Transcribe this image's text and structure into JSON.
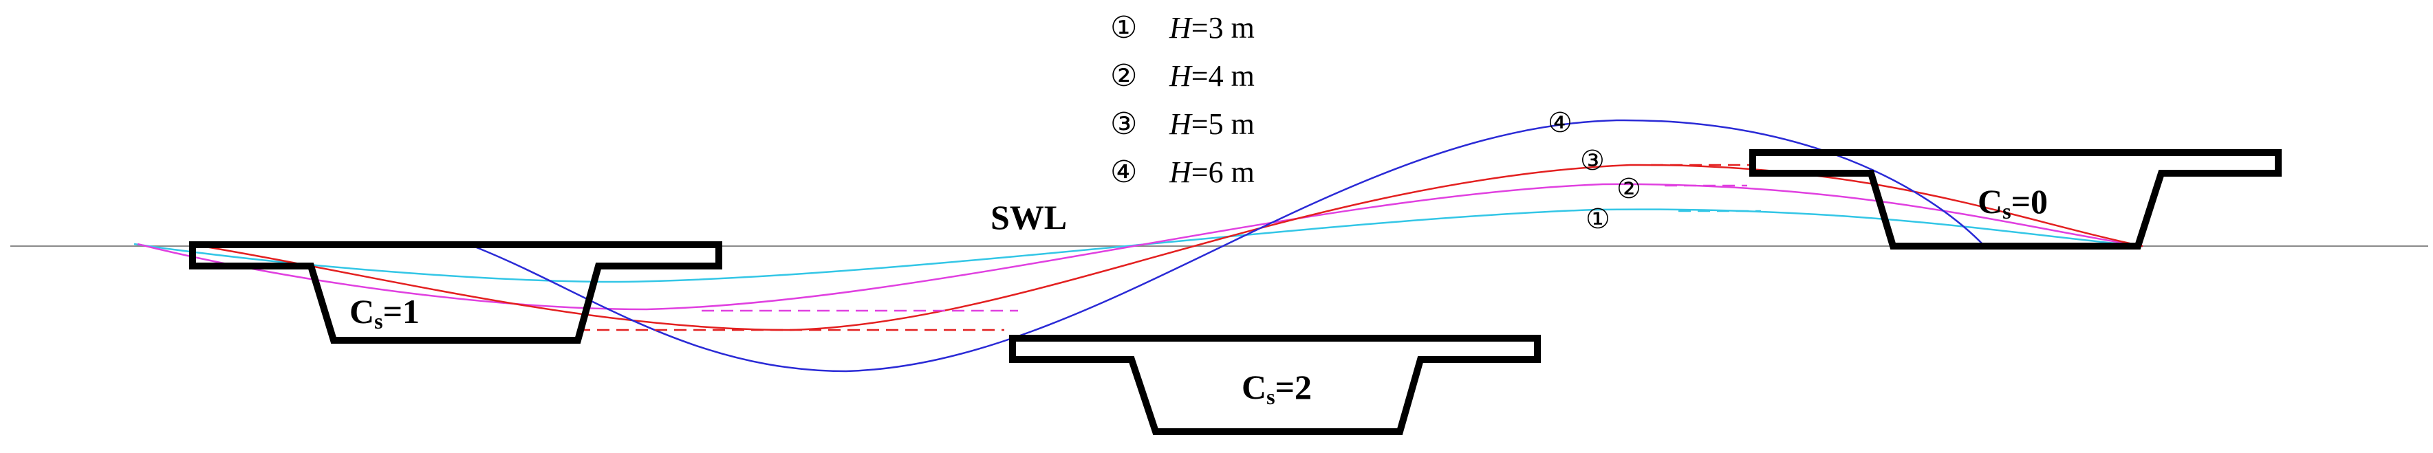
{
  "legend": [
    {
      "marker": "①",
      "H": "H",
      "value": "=3 m",
      "color": "#33c6e6"
    },
    {
      "marker": "②",
      "H": "H",
      "value": "=4 m",
      "color": "#e040e0"
    },
    {
      "marker": "③",
      "H": "H",
      "value": "=5 m",
      "color": "#e32020"
    },
    {
      "marker": "④",
      "H": "H",
      "value": "=6 m",
      "color": "#2a2ad6"
    }
  ],
  "swl_label": "SWL",
  "sections": [
    {
      "label_main": "C",
      "label_sub": "s",
      "label_tail": "=1"
    },
    {
      "label_main": "C",
      "label_sub": "s",
      "label_tail": "=2"
    },
    {
      "label_main": "C",
      "label_sub": "s",
      "label_tail": "=0"
    }
  ],
  "curve_markers": [
    "①",
    "②",
    "③",
    "④"
  ],
  "colors": {
    "wave_h3": "#33c6e6",
    "wave_h4": "#e040e0",
    "wave_h5": "#e32020",
    "wave_h6": "#2a2ad6",
    "hull": "#000000",
    "swl_line": "#8a8a8a"
  }
}
